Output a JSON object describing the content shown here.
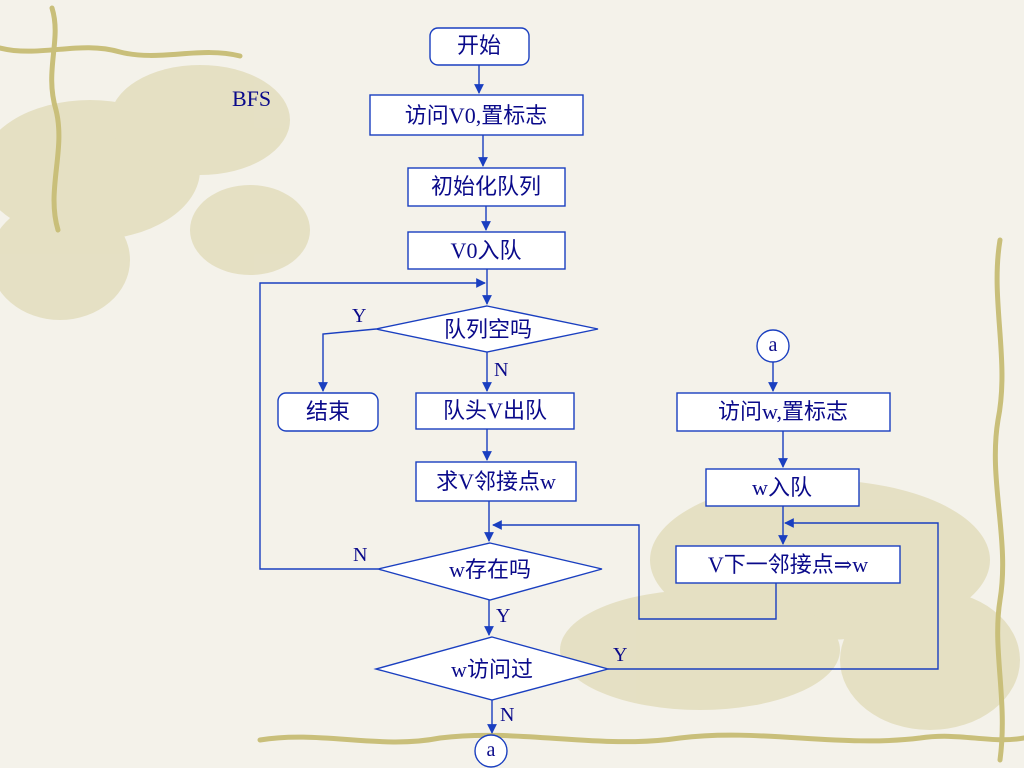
{
  "slide": {
    "title": "BFS",
    "colors": {
      "line": "#1a3fc0",
      "text": "#0a0a8a",
      "background": "#f4f2ea",
      "decoration": "#d9d2a4"
    }
  },
  "flowchart": {
    "nodes": {
      "start": "开始",
      "visit_v0": "访问V0,置标志",
      "init_queue": "初始化队列",
      "enqueue_v0": "V0入队",
      "queue_empty": "队列空吗",
      "end": "结束",
      "dequeue_v": "队头V出队",
      "find_adj": "求V邻接点w",
      "w_exists": "w存在吗",
      "w_visited": "w访问过",
      "connector_top": "a",
      "connector_bottom": "a",
      "visit_w": "访问w,置标志",
      "enqueue_w": "w入队",
      "next_adj": "V下一邻接点⇒w"
    },
    "labels": {
      "queue_empty_yes": "Y",
      "queue_empty_no": "N",
      "w_exists_no": "N",
      "w_exists_yes": "Y",
      "w_visited_yes": "Y",
      "w_visited_no": "N"
    }
  }
}
